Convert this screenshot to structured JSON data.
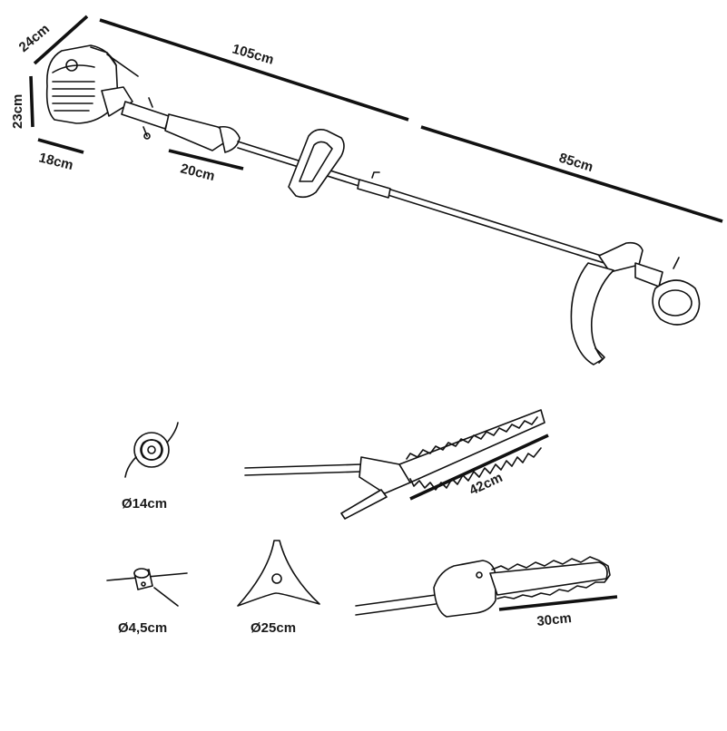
{
  "dimensions": {
    "engine_depth": "24cm",
    "engine_height": "23cm",
    "engine_width": "18cm",
    "total_length": "105cm",
    "handle_section": "20cm",
    "shaft_length": "85cm"
  },
  "accessories": {
    "trimmer_head": {
      "diameter": "Ø14cm"
    },
    "line_spool": {
      "diameter": "Ø4,5cm"
    },
    "blade": {
      "diameter": "Ø25cm"
    },
    "hedge_trimmer": {
      "length": "42cm"
    },
    "pole_saw": {
      "length": "30cm"
    }
  }
}
